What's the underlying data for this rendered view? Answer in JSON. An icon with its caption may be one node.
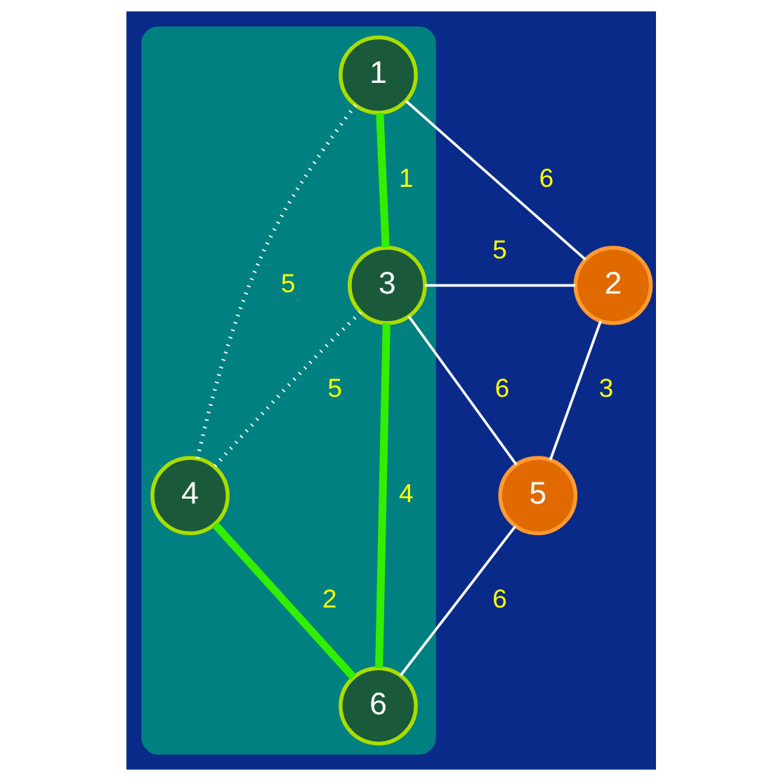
{
  "diagram": {
    "nodes": [
      {
        "text": [],
        "shape": "cloud"
      },
      {
        "text": [
          "1"
        ],
        "in": 0
      },
      {
        "text": [
          "2"
        ]
      },
      {
        "text": [
          "3"
        ],
        "in": 0
      },
      {
        "text": [
          "4"
        ],
        "in": 0
      },
      {
        "text": [
          "5"
        ]
      },
      {
        "text": [
          "6"
        ],
        "in": 0
      }
    ],
    "edges": [
      {
        "from": 1,
        "to": 2,
        "arrow": "none",
        "label": "6"
      },
      {
        "from": 1,
        "to": 3,
        "arrow": "none",
        "label": "1",
        "style": "thick",
        "color": "#33ee00"
      },
      {
        "from": 1,
        "to": 4,
        "arrow": "none",
        "label": "5",
        "style": "dashed"
      },
      {
        "from": 2,
        "to": 3,
        "arrow": "none",
        "label": "5"
      },
      {
        "from": 3,
        "to": 4,
        "arrow": "none",
        "label": "5",
        "style": "dashed"
      },
      {
        "from": 2,
        "to": 5,
        "arrow": "none",
        "label": "3"
      },
      {
        "from": 3,
        "to": 5,
        "arrow": "none",
        "label": "6"
      },
      {
        "from": 3,
        "to": 6,
        "arrow": "none",
        "label": "4",
        "style": "thick",
        "color": "#33ee00"
      },
      {
        "from": 4,
        "to": 6,
        "arrow": "none",
        "label": "2",
        "style": "thick",
        "color": "#33ee00"
      },
      {
        "from": 5,
        "to": 6,
        "arrow": "none",
        "label": "6"
      }
    ]
  }
}
